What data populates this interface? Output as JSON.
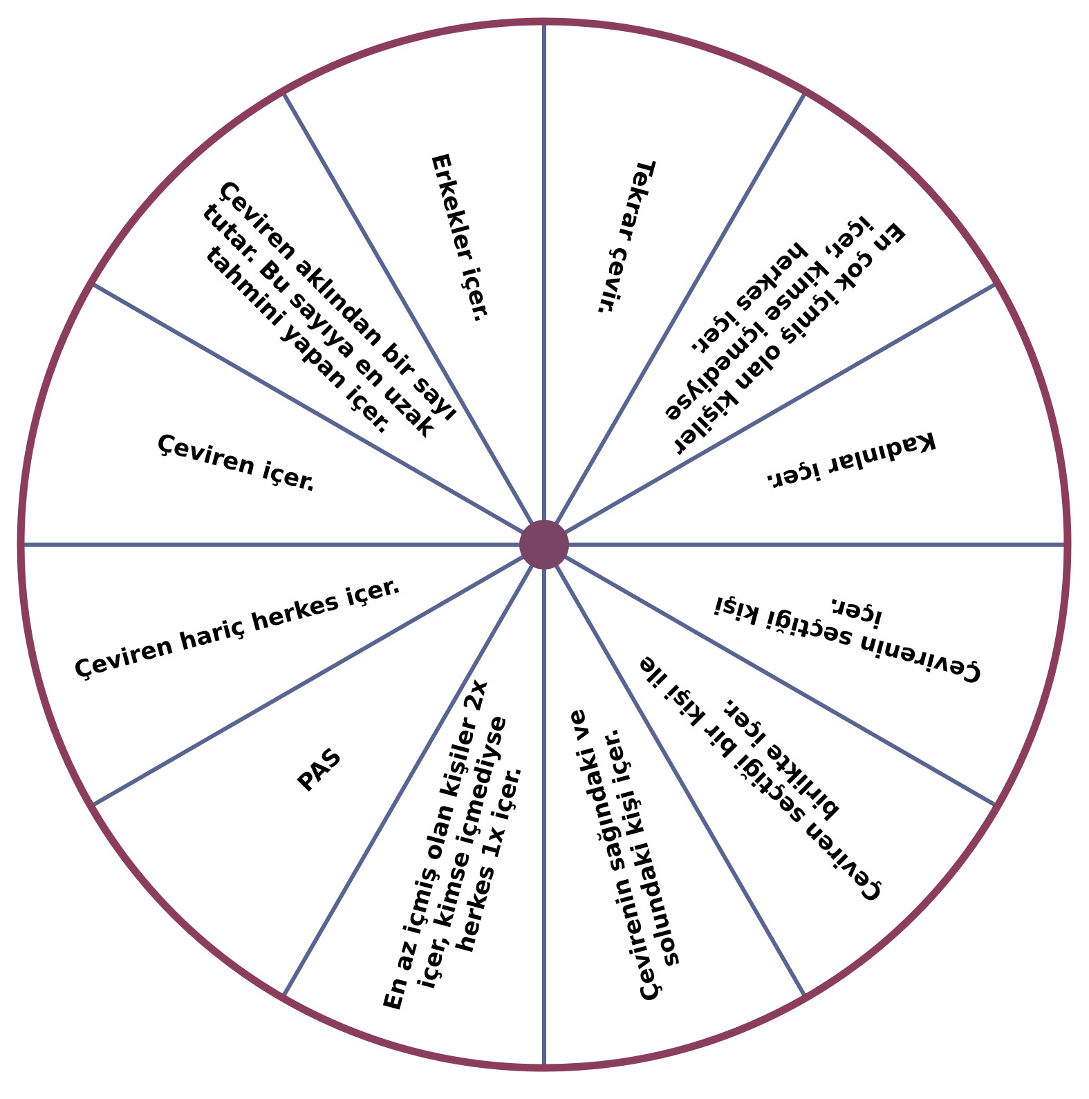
{
  "wheel": {
    "rim_color": "#8B3E5C",
    "divider_color": "#5A6490",
    "hub_color": "#7A4565",
    "face_color": "#FFFFFF",
    "segments": [
      {
        "id": "tekrar-cevir",
        "lines": [
          "Tekrar çevir."
        ]
      },
      {
        "id": "en-cok-icmis",
        "lines": [
          "En çok içmiş olan kişiler",
          "içer, kimse içmediyse",
          "herkes içer."
        ]
      },
      {
        "id": "kadinlar",
        "lines": [
          "Kadınlar içer."
        ]
      },
      {
        "id": "cevirenin-sectigi",
        "lines": [
          "Çevirenin seçtiği kişi",
          "içer."
        ]
      },
      {
        "id": "ceviren-sectigi-ile",
        "lines": [
          "Çeviren seçtiği bir kişi ile",
          "birlikte içer."
        ]
      },
      {
        "id": "sag-sol",
        "lines": [
          "Çevirenin sağındaki ve",
          "solundaki kişi içer."
        ]
      },
      {
        "id": "en-az-icmis",
        "lines": [
          "En az içmiş olan kişiler 2x",
          "içer, kimse içmediyse",
          "herkes 1x içer."
        ]
      },
      {
        "id": "pas",
        "lines": [
          "PAS"
        ]
      },
      {
        "id": "ceviren-haric",
        "lines": [
          "Çeviren hariç herkes içer."
        ]
      },
      {
        "id": "ceviren-icer",
        "lines": [
          "Çeviren içer."
        ]
      },
      {
        "id": "sayi-tahmin",
        "lines": [
          "Çeviren aklından bir sayı",
          "tutar. Bu sayıya en uzak",
          "tahmini yapan içer."
        ]
      },
      {
        "id": "erkekler",
        "lines": [
          "Erkekler içer."
        ]
      }
    ]
  }
}
